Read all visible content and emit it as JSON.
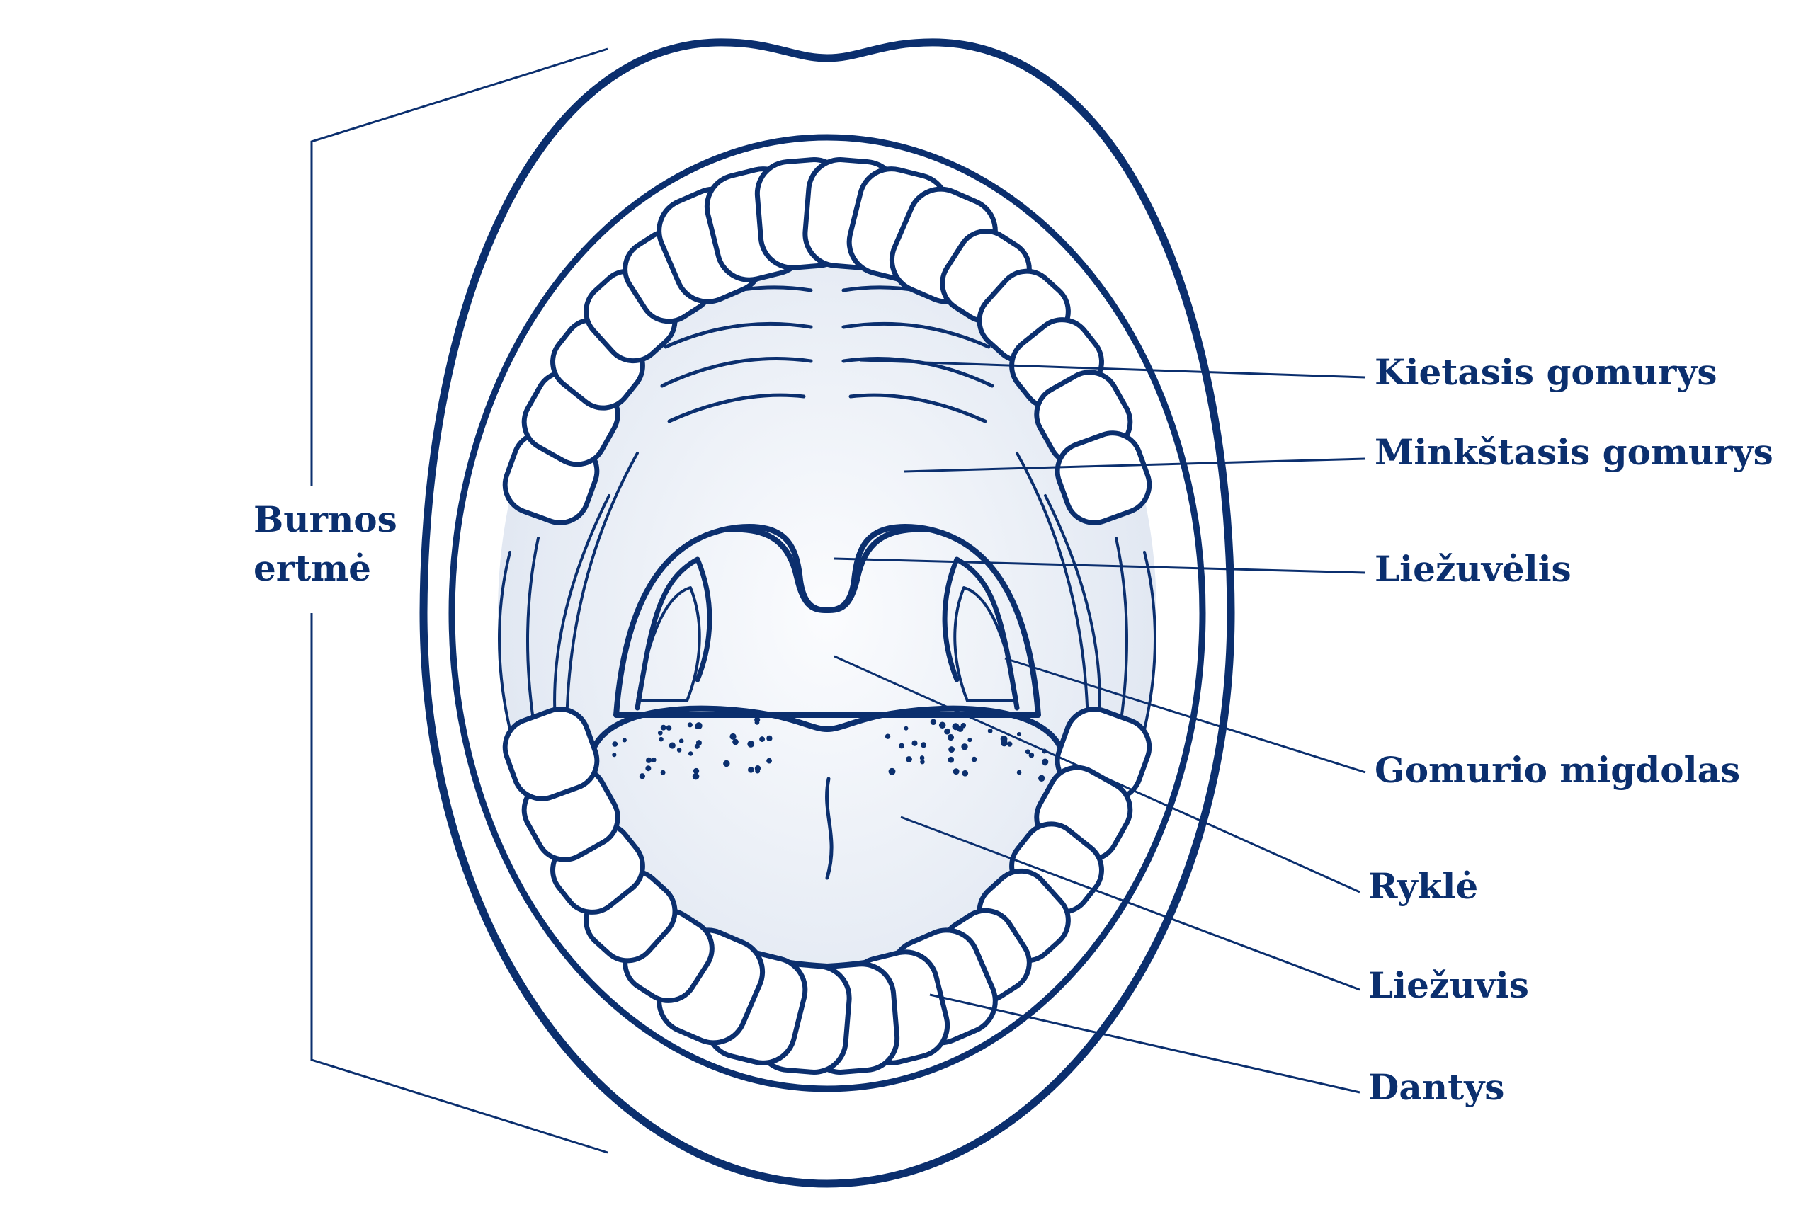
{
  "title_label": {
    "line1": "Burnos",
    "line2": "ertmė"
  },
  "labels": [
    {
      "id": "hard-palate",
      "text": "Kietasis gomurys"
    },
    {
      "id": "soft-palate",
      "text": "Minkštasis gomurys"
    },
    {
      "id": "uvula",
      "text": "Liežuvėlis"
    },
    {
      "id": "tonsil",
      "text": "Gomurio migdolas"
    },
    {
      "id": "pharynx",
      "text": "Ryklė"
    },
    {
      "id": "tongue",
      "text": "Liežuvis"
    },
    {
      "id": "teeth",
      "text": "Dantys"
    }
  ],
  "colors": {
    "outline": "#0b2f6e",
    "fill": "#eef2f8",
    "background": "#ffffff"
  }
}
